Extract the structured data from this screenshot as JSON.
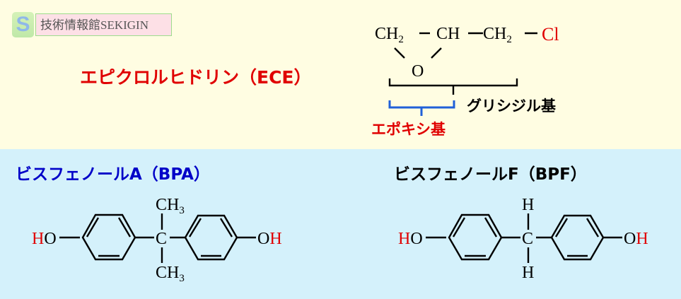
{
  "logo": {
    "icon_letter": "S",
    "label": "技術情報館SEKIGIN"
  },
  "ece": {
    "title": "エピクロルヒドリン（ECE）",
    "formula": {
      "ch2a": "CH",
      "sub2": "2",
      "ch": "CH",
      "ch2b": "CH",
      "cl": "Cl",
      "o": "O",
      "dash": "−"
    },
    "glycidyl_label": "グリシジル基",
    "epoxy_label": "エポキシ基"
  },
  "bpa": {
    "title": "ビスフェノールA（BPA）",
    "ho_h": "H",
    "ho_o": "O",
    "oh_o": "O",
    "oh_h": "H",
    "c": "C",
    "top": "CH",
    "bottom": "CH",
    "sub": "3"
  },
  "bpf": {
    "title": "ビスフェノールF（BPF）",
    "ho_h": "H",
    "ho_o": "O",
    "oh_o": "O",
    "oh_h": "H",
    "c": "C",
    "top": "H",
    "bottom": "H"
  },
  "colors": {
    "red": "#e00000",
    "blue": "#0000c8",
    "bracket_blue": "#2060d8",
    "top_bg": "#fffde2",
    "bottom_bg": "#d4f1fb"
  }
}
